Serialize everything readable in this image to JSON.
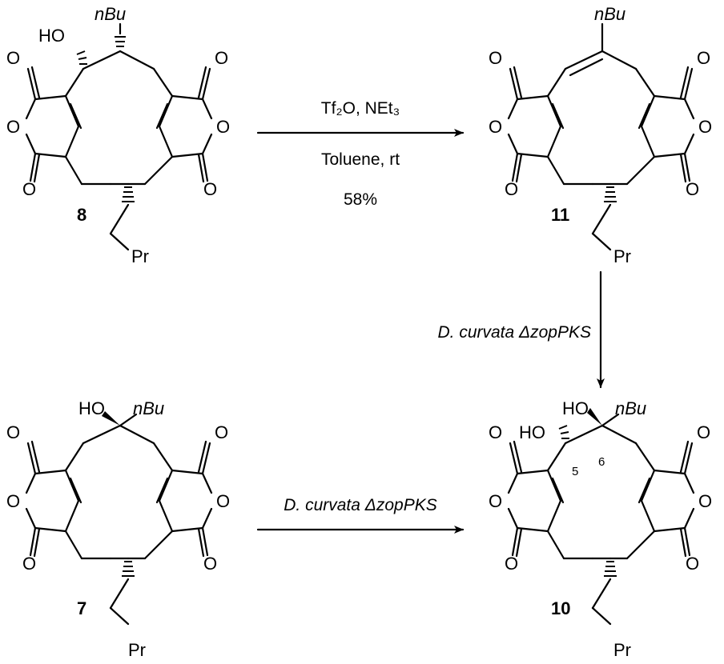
{
  "compounds": {
    "c8": {
      "number": "8",
      "top_substituent": "nBu",
      "hydroxyl": "HO",
      "side_chain_end": "Pr"
    },
    "c11": {
      "number": "11",
      "top_substituent": "nBu",
      "side_chain_end": "Pr"
    },
    "c7": {
      "number": "7",
      "hydroxyl": "HO",
      "top_substituent": "nBu",
      "side_chain_end": "Pr"
    },
    "c10": {
      "number": "10",
      "hydroxyl_5": "HO",
      "hydroxyl_6": "HO",
      "top_substituent": "nBu",
      "side_chain_end": "Pr",
      "locant_5": "5",
      "locant_6": "6"
    }
  },
  "atom_labels": {
    "carbonyl_oxygen": "O",
    "ring_oxygen": "O"
  },
  "arrows": {
    "a1": {
      "reagents": "Tf₂O, NEt₃",
      "solvent_temp": "Toluene, rt",
      "yield": "58%"
    },
    "a2": {
      "condition": "D. curvata ΔzopPKS"
    },
    "a3": {
      "condition": "D. curvata ΔzopPKS"
    }
  }
}
